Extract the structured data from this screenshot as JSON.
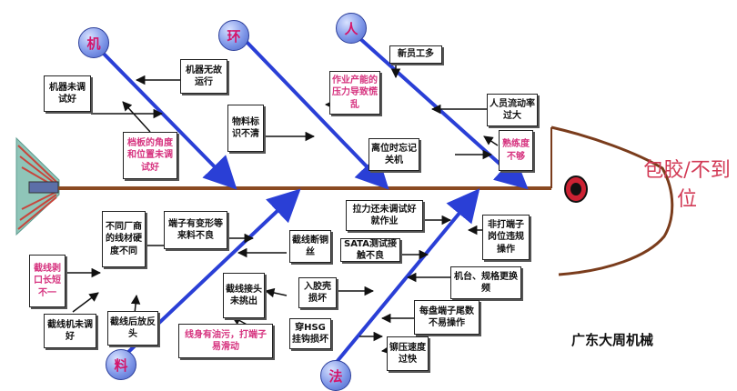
{
  "effect": "包胶/不到位",
  "company": "广东大周机械",
  "categories": {
    "machine": "机",
    "environment": "环",
    "people": "人",
    "material": "料",
    "method": "法"
  },
  "causes": {
    "machine_not_debugged": "机器未调试好",
    "machine_no_fault_run": "机器无故运行",
    "plate_angle_not_set": "档板的角度和位置未调试好",
    "material_label_unclear": "物料标识不清",
    "workspace_pressure": "作业产能的压力导致慌乱",
    "new_workers_many": "新员工多",
    "staff_turnover_high": "人员流动率过大",
    "leave_post_no_shutdown": "离位时忘记关机",
    "proficiency_low": "熟练度不够",
    "diff_factory_wire_hardness": "不同厂商的线材硬度不同",
    "terminal_deformed": "端子有变形等来料不良",
    "cut_wire_peeling_length": "截线剥口长短不一",
    "wire_cutter_not_debugged": "截线机未调好",
    "cut_wire_disorder": "截线后放反头",
    "wire_cut_copper_wire": "截线断铜丝",
    "wire_joint_not_pulled": "截线接头未挑出",
    "wire_body_oil": "线身有油污，打端子易滑动",
    "pull_force_work_before_adjust": "拉力还未调试好就作业",
    "sata_test_poor_contact": "SATA测试接触不良",
    "into_glue_bad_damage": "入胶壳损坏",
    "through_hsg_hook_damage": "穿HSG挂钩损坏",
    "non_terminal_op_violation": "非打端子岗位违规操作",
    "machine_spec_change_freq": "机台、规格更换频",
    "terminal_tail_diff_count": "每盘端子尾数不易操作",
    "crimp_speed_too_fast": "铆压速度过快"
  }
}
